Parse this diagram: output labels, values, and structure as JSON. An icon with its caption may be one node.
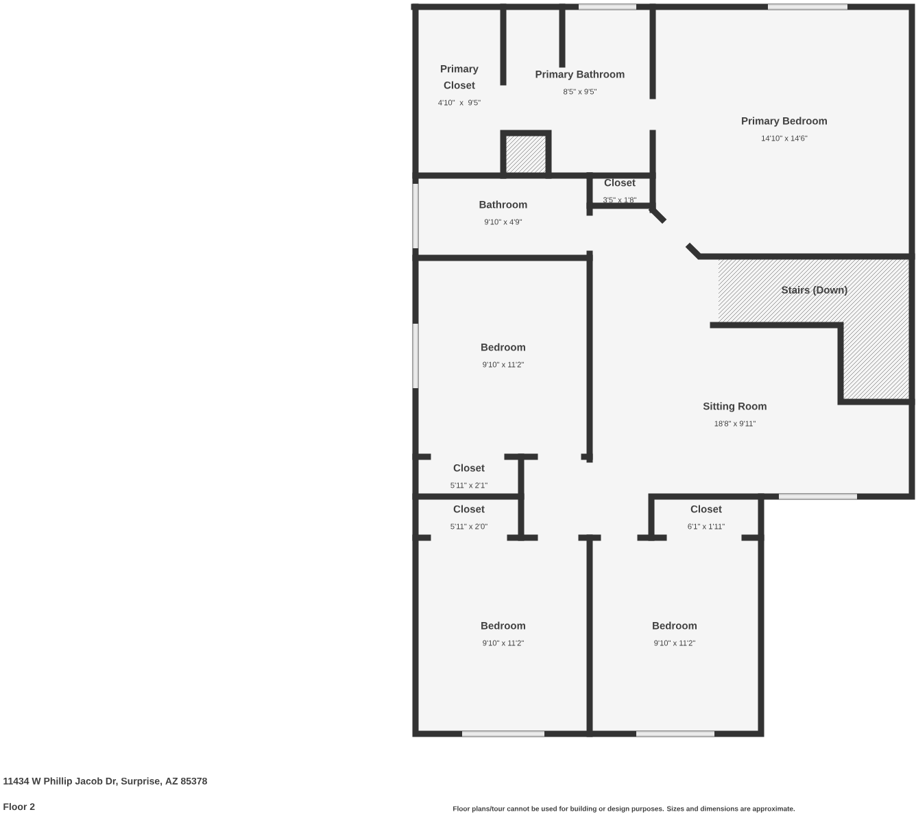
{
  "diagram": {
    "nodes": [
      {
        "text": [
          "Primary Closet",
          "4'10\" x 9'5\""
        ]
      },
      {
        "text": [
          "Primary Bathroom",
          "8'5\" x 9'5\""
        ]
      },
      {
        "text": [
          "Primary Bedroom",
          "14'10\" x 14'6\""
        ]
      },
      {
        "text": [
          "Closet",
          "3'5\" x 1'8\""
        ]
      },
      {
        "text": [
          "Bathroom",
          "9'10\" x 4'9\""
        ]
      },
      {
        "text": [
          "Stairs (Down)"
        ]
      },
      {
        "text": [
          "Bedroom",
          "9'10\" x 11'2\""
        ]
      },
      {
        "text": [
          "Sitting Room",
          "18'8\" x 9'11\""
        ]
      },
      {
        "text": [
          "Closet",
          "5'11\" x 2'1\""
        ]
      },
      {
        "text": [
          "Closet",
          "5'11\" x 2'0\""
        ]
      },
      {
        "text": [
          "Closet",
          "6'1\" x 1'11\""
        ]
      },
      {
        "text": [
          "Bedroom",
          "9'10\" x 11'2\""
        ]
      },
      {
        "text": [
          "Bedroom",
          "9'10\" x 11'2\""
        ]
      }
    ],
    "labels": [
      "11434 W Phillip Jacob Dr, Surprise, AZ 85378",
      "Floor 2",
      "Floor plans/tour cannot be used for building or design purposes. Sizes and dimensions are approximate."
    ]
  }
}
